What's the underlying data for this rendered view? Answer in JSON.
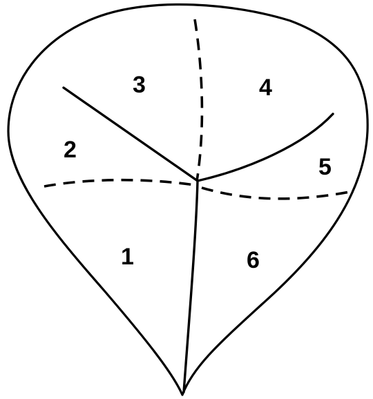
{
  "diagram": {
    "regions": [
      {
        "id": "1",
        "label": "1"
      },
      {
        "id": "2",
        "label": "2"
      },
      {
        "id": "3",
        "label": "3"
      },
      {
        "id": "4",
        "label": "4"
      },
      {
        "id": "5",
        "label": "5"
      },
      {
        "id": "6",
        "label": "6"
      }
    ]
  }
}
